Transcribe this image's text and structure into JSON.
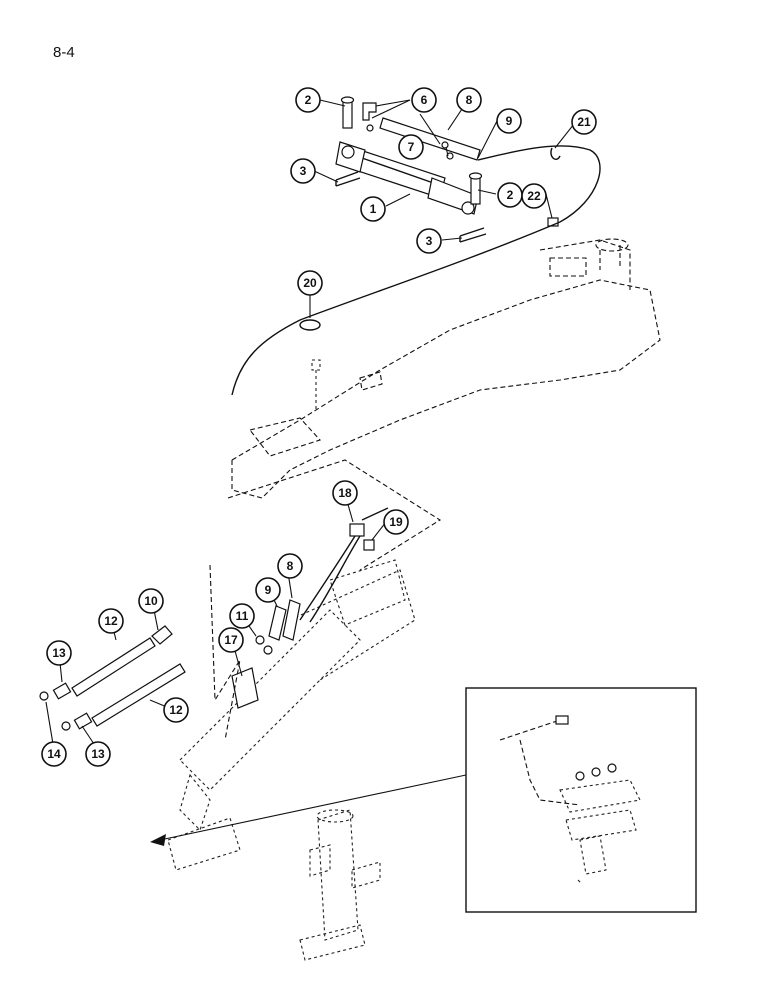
{
  "page": {
    "label": "8-4"
  },
  "callouts": [
    {
      "id": "c2a",
      "text": "2"
    },
    {
      "id": "c6",
      "text": "6"
    },
    {
      "id": "c8a",
      "text": "8"
    },
    {
      "id": "c9a",
      "text": "9"
    },
    {
      "id": "c21",
      "text": "21"
    },
    {
      "id": "c7",
      "text": "7"
    },
    {
      "id": "c3a",
      "text": "3"
    },
    {
      "id": "c1",
      "text": "1"
    },
    {
      "id": "c2b",
      "text": "2"
    },
    {
      "id": "c22",
      "text": "22"
    },
    {
      "id": "c3b",
      "text": "3"
    },
    {
      "id": "c20",
      "text": "20"
    },
    {
      "id": "c18",
      "text": "18"
    },
    {
      "id": "c19",
      "text": "19"
    },
    {
      "id": "c8b",
      "text": "8"
    },
    {
      "id": "c9b",
      "text": "9"
    },
    {
      "id": "c10",
      "text": "10"
    },
    {
      "id": "c12a",
      "text": "12"
    },
    {
      "id": "c11",
      "text": "11"
    },
    {
      "id": "c13a",
      "text": "13"
    },
    {
      "id": "c17",
      "text": "17"
    },
    {
      "id": "c12b",
      "text": "12"
    },
    {
      "id": "c14",
      "text": "14"
    },
    {
      "id": "c13b",
      "text": "13"
    }
  ]
}
